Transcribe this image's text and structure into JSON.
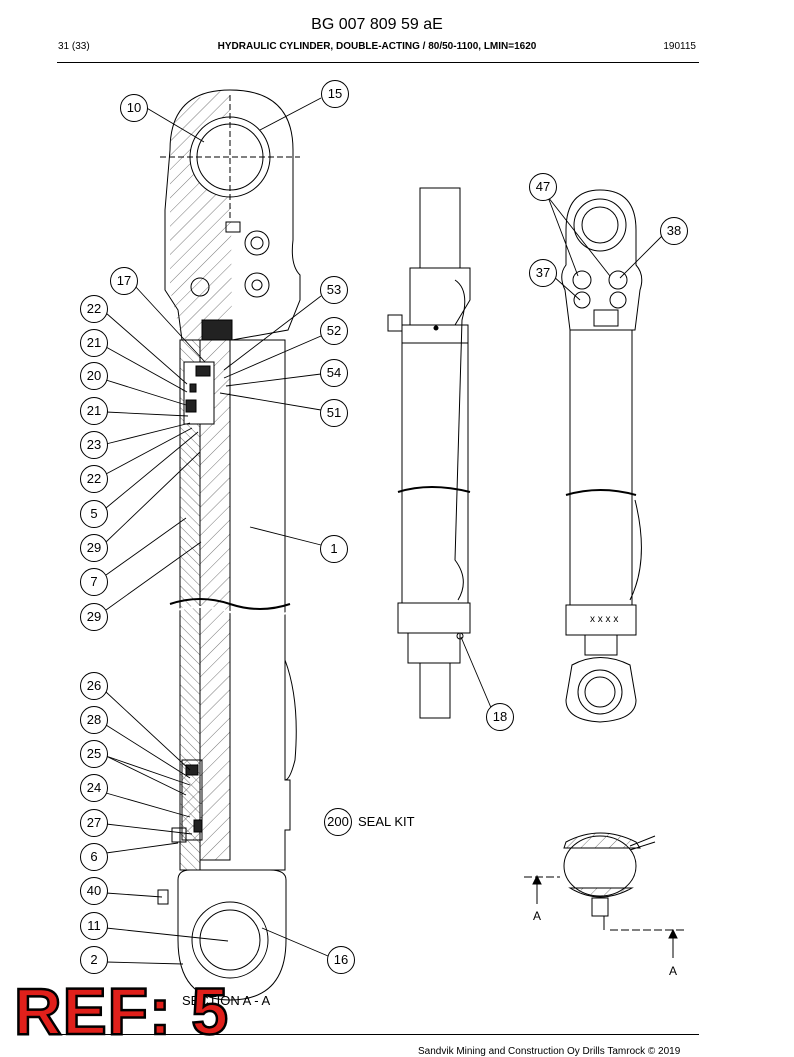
{
  "header": {
    "document_number": "BG 007 809 59 aE",
    "page": "31 (33)",
    "title": "HYDRAULIC CYLINDER, DOUBLE-ACTING / 80/50-1100, LMIN=1620",
    "date_code": "190115"
  },
  "callouts": [
    {
      "label": "10"
    },
    {
      "label": "15"
    },
    {
      "label": "17"
    },
    {
      "label": "22"
    },
    {
      "label": "21"
    },
    {
      "label": "20"
    },
    {
      "label": "21"
    },
    {
      "label": "23"
    },
    {
      "label": "22"
    },
    {
      "label": "5"
    },
    {
      "label": "29"
    },
    {
      "label": "7"
    },
    {
      "label": "29"
    },
    {
      "label": "53"
    },
    {
      "label": "52"
    },
    {
      "label": "54"
    },
    {
      "label": "51"
    },
    {
      "label": "1"
    },
    {
      "label": "26"
    },
    {
      "label": "28"
    },
    {
      "label": "25"
    },
    {
      "label": "24"
    },
    {
      "label": "27"
    },
    {
      "label": "6"
    },
    {
      "label": "40"
    },
    {
      "label": "11"
    },
    {
      "label": "2"
    },
    {
      "label": "16"
    },
    {
      "label": "47"
    },
    {
      "label": "38"
    },
    {
      "label": "37"
    },
    {
      "label": "18"
    },
    {
      "label": "200"
    }
  ],
  "seal_kit_label": "SEAL KIT",
  "section_label": "SECTION A - A",
  "section_marks": [
    "A",
    "A"
  ],
  "side_view_marking": "x x x x",
  "ref_stamp": "REF: 5",
  "footer": "Sandvik Mining and Construction Oy Drills Tamrock © 2019",
  "colors": {
    "stamp_fill": "#e0201b",
    "stamp_outline": "#000000",
    "line": "#000000"
  }
}
